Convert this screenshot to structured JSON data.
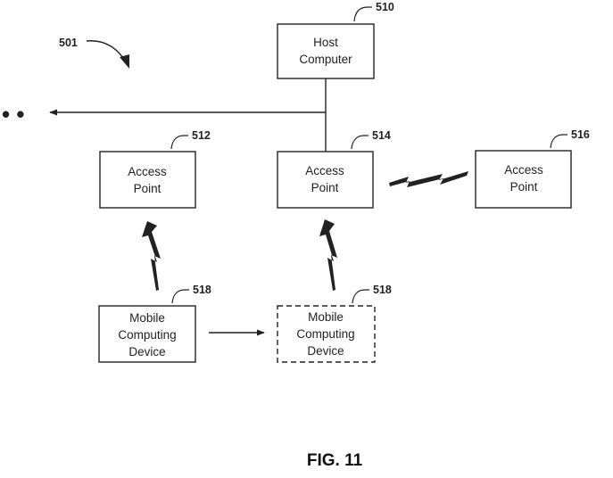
{
  "diagram_ref": "501",
  "boxes": {
    "host": {
      "ref": "510",
      "line1": "Host",
      "line2": "Computer"
    },
    "ap_left": {
      "ref": "512",
      "line1": "Access",
      "line2": "Point"
    },
    "ap_center": {
      "ref": "514",
      "line1": "Access",
      "line2": "Point"
    },
    "ap_right": {
      "ref": "516",
      "line1": "Access",
      "line2": "Point"
    },
    "mobile_left": {
      "ref": "518",
      "line1": "Mobile",
      "line2": "Computing",
      "line3": "Device"
    },
    "mobile_right": {
      "ref": "518",
      "line1": "Mobile",
      "line2": "Computing",
      "line3": "Device"
    }
  },
  "continuation": "• •",
  "figure_label": "FIG. 11"
}
